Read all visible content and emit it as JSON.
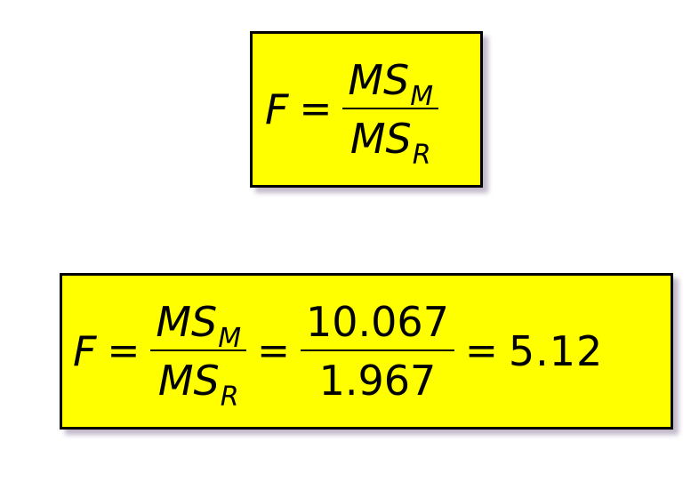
{
  "formula1": {
    "lhs": "F",
    "equals": "=",
    "numerator": {
      "main": "MS",
      "sub": "M"
    },
    "denominator": {
      "main": "MS",
      "sub": "R"
    }
  },
  "formula2": {
    "lhs": "F",
    "equals1": "=",
    "numerator": {
      "main": "MS",
      "sub": "M"
    },
    "denominator": {
      "main": "MS",
      "sub": "R"
    },
    "equals2": "=",
    "value_numerator": "10.067",
    "value_denominator": "1.967",
    "equals3": "=",
    "result": "5.12"
  },
  "colors": {
    "box_fill": "#ffff00",
    "box_border": "#000000",
    "shadow": "#786490"
  }
}
